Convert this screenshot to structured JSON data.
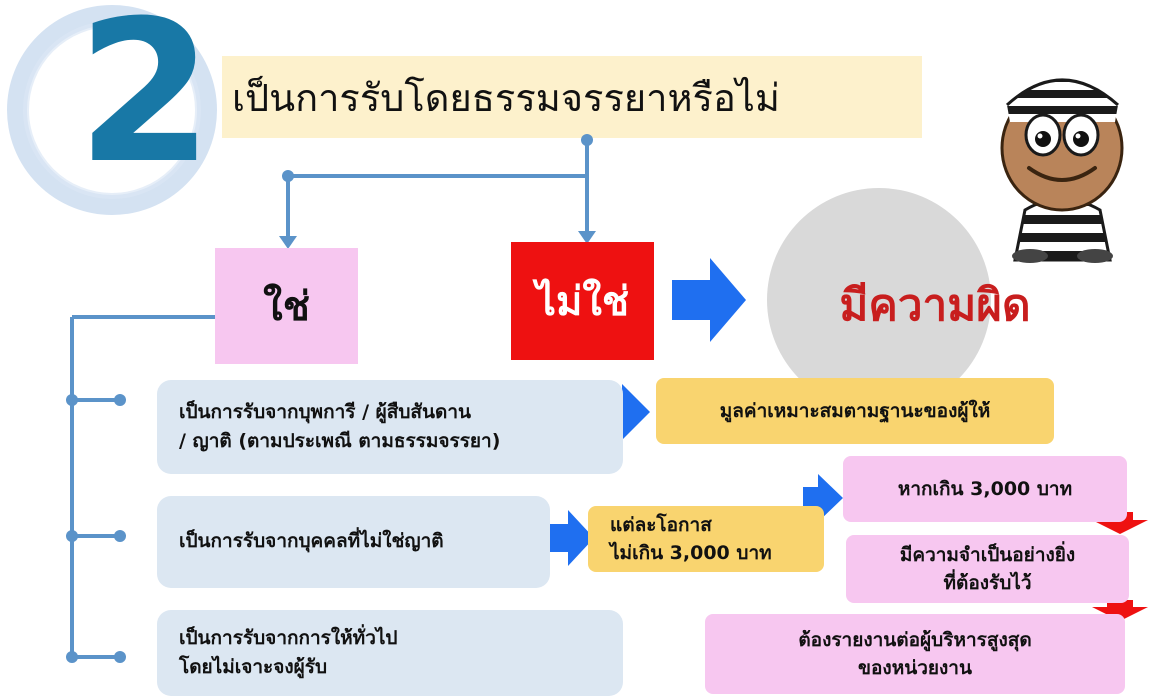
{
  "step_number": "2",
  "title": "เป็นการรับโดยธรรมจรรยาหรือไม่",
  "yes_label": "ใช่",
  "no_label": "ไม่ใช่",
  "guilty_label": "มีความผิด",
  "cases": [
    {
      "line1": "เป็นการรับจากบุพการี / ผู้สืบสันดาน",
      "line2": "/ ญาติ (ตามประเพณี ตามธรรมจรรยา)"
    },
    {
      "line1": "เป็นการรับจากบุคคลที่ไม่ใช่ญาติ",
      "line2": ""
    },
    {
      "line1": "เป็นการรับจากการให้ทั่วไป",
      "line2": "โดยไม่เจาะจงผู้รับ"
    }
  ],
  "value_note": "มูลค่าเหมาะสมตามฐานะของผู้ให้",
  "limit_note": {
    "line1": "แต่ละโอกาส",
    "line2": "ไม่เกิน 3,000 บาท"
  },
  "exceed_note": "หากเกิน 3,000 บาท",
  "necessary_note": {
    "line1": "มีความจำเป็นอย่างยิ่ง",
    "line2": "ที่ต้องรับไว้"
  },
  "report_note": {
    "line1": "ต้องรายงานต่อผู้บริหารสูงสุด",
    "line2": "ของหน่วยงาน"
  },
  "colors": {
    "title_bg": "#fdf1cc",
    "yes_bg": "#f7c7f0",
    "no_bg": "#ee1111",
    "guilty_text": "#c81e1e",
    "arrow_blue": "#1f6ff0",
    "arrow_red": "#ee1111",
    "line_blue": "#5b93c9",
    "number_blue": "#1878a6"
  },
  "icons": [
    "circle-brush-icon",
    "thief-mascot-icon",
    "blue-arrow-icon",
    "red-down-arrow-icon"
  ]
}
